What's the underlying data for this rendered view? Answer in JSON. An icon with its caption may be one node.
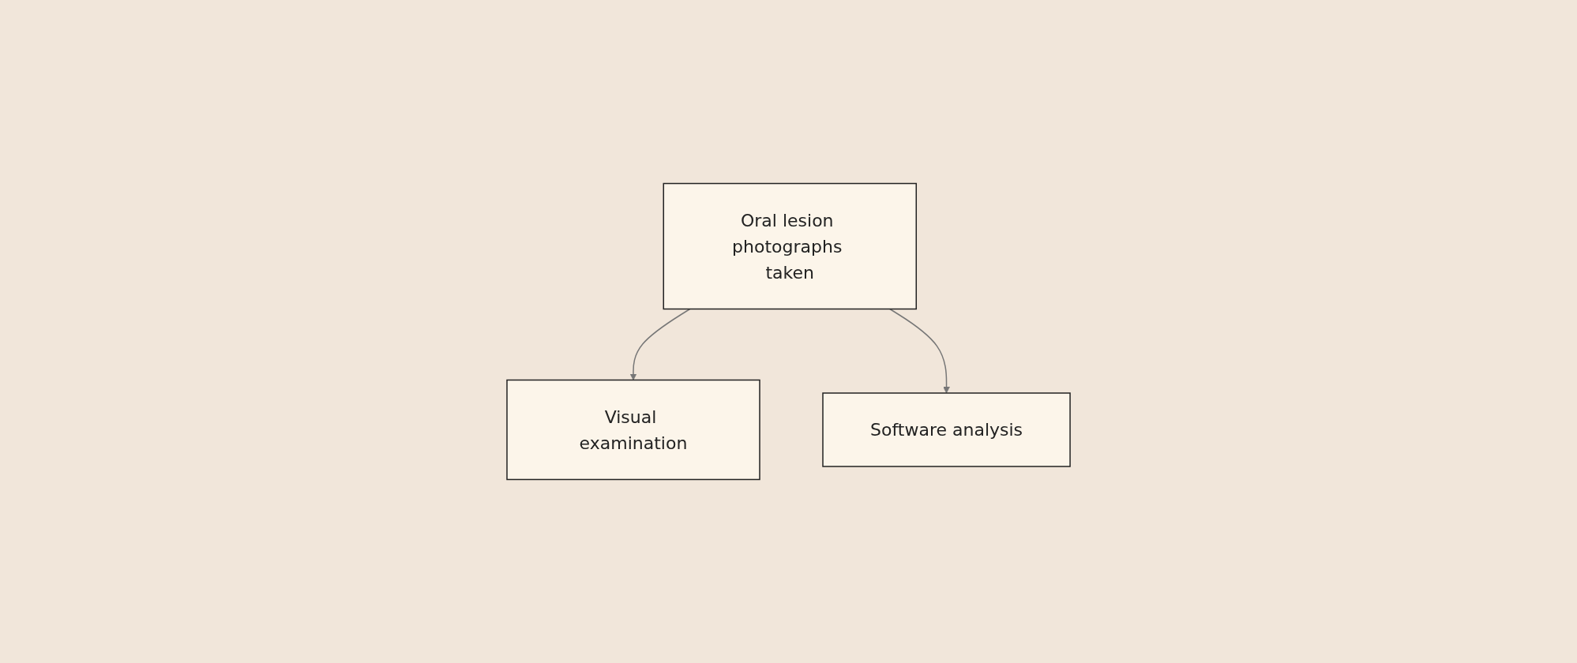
{
  "diagram": {
    "nodes": [
      {
        "text": [
          "Oral lesion photographs taken"
        ]
      },
      {
        "text": [
          "Visual examination"
        ]
      },
      {
        "text": [
          "Software analysis"
        ]
      }
    ],
    "edges": [
      {
        "from": 0,
        "to": 1,
        "arrow": "to"
      },
      {
        "from": 0,
        "to": 2,
        "arrow": "to"
      }
    ]
  }
}
